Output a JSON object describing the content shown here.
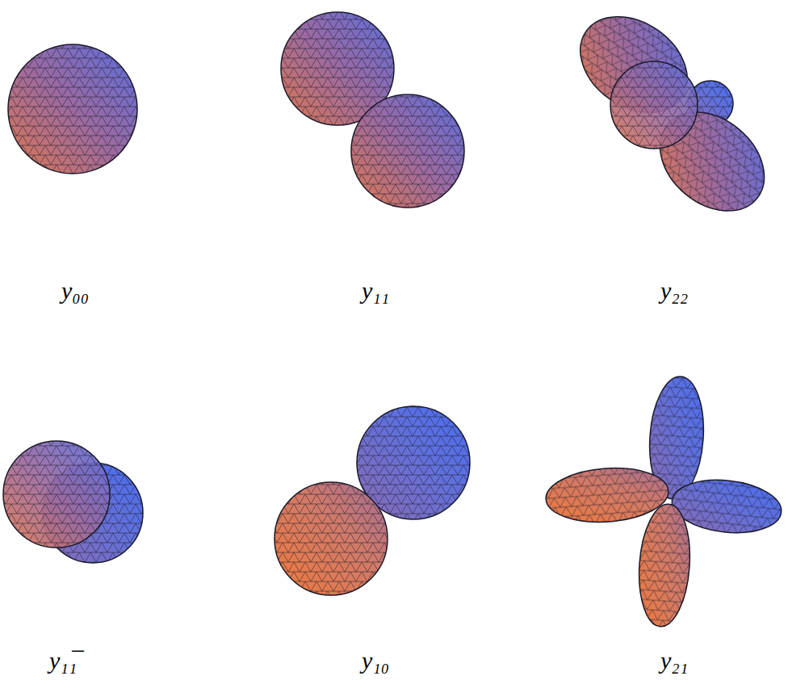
{
  "diagram": {
    "labels": [
      "y₀₀",
      "y₁₁",
      "y₂₂",
      "y₁₁̅",
      "y₁₀",
      "y₂₁"
    ]
  }
}
